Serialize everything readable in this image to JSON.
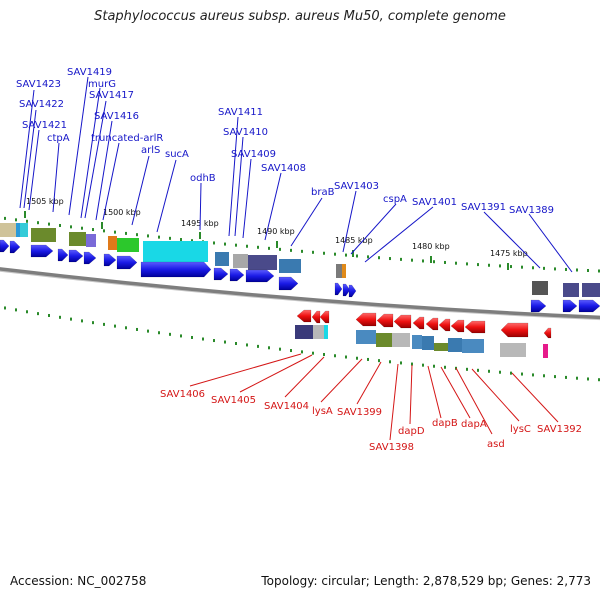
{
  "title": "Staphylococcus aureus subsp. aureus Mu50, complete genome",
  "footer": {
    "accession": "Accession: NC_002758",
    "topology": "Topology: circular; Length: 2,878,529 bp; Genes: 2,773"
  },
  "colors": {
    "plus_label": "#1616c8",
    "minus_label": "#d41616",
    "backbone": "#8a8a8a",
    "tick": "#2a8a2a"
  },
  "scale": [
    "1505 kbp",
    "1500 kbp",
    "1495 kbp",
    "1490 kbp",
    "1485 kbp",
    "1480 kbp",
    "1475 kbp"
  ],
  "plus_genes": [
    "SAV1423",
    "SAV1422",
    "SAV1421",
    "SAV1419",
    "ctpA",
    "murG",
    "SAV1417",
    "SAV1416",
    "truncated-arlR",
    "arlS",
    "sucA",
    "odhB",
    "SAV1411",
    "SAV1410",
    "SAV1409",
    "SAV1408",
    "braB",
    "SAV1403",
    "cspA",
    "SAV1401",
    "SAV1391",
    "SAV1389"
  ],
  "minus_genes": [
    "SAV1406",
    "SAV1405",
    "SAV1404",
    "lysA",
    "SAV1399",
    "SAV1398",
    "dapD",
    "dapB",
    "dapA",
    "asd",
    "lysC",
    "SAV1392"
  ]
}
